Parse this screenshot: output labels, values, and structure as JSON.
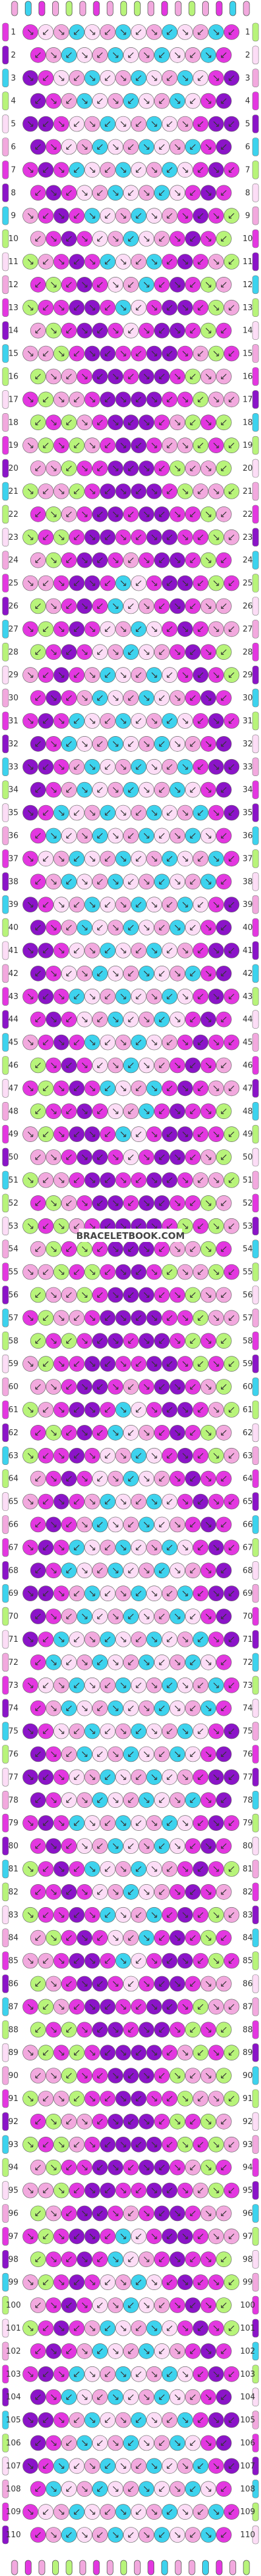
{
  "pattern": {
    "rows": 110,
    "watermark": "BRACELETBOOK.COM",
    "colors": {
      "light_pink": "#F2A9DE",
      "magenta": "#E337E0",
      "purple": "#8B14C8",
      "cyan": "#3DD3EE",
      "lime": "#B8F47A",
      "pale": "#FCDDF6",
      "background": "#FFFFFF"
    },
    "palette_order": [
      "light_pink",
      "magenta",
      "purple",
      "cyan",
      "lime",
      "pale"
    ],
    "top_strings": [
      "light_pink",
      "cyan",
      "magenta",
      "light_pink",
      "lime",
      "light_pink",
      "magenta",
      "light_pink",
      "lime",
      "lime",
      "light_pink",
      "magenta",
      "light_pink",
      "lime",
      "light_pink",
      "magenta",
      "cyan",
      "light_pink"
    ],
    "icons": [
      "knot-arrow-icon",
      "string-end-icon"
    ]
  }
}
